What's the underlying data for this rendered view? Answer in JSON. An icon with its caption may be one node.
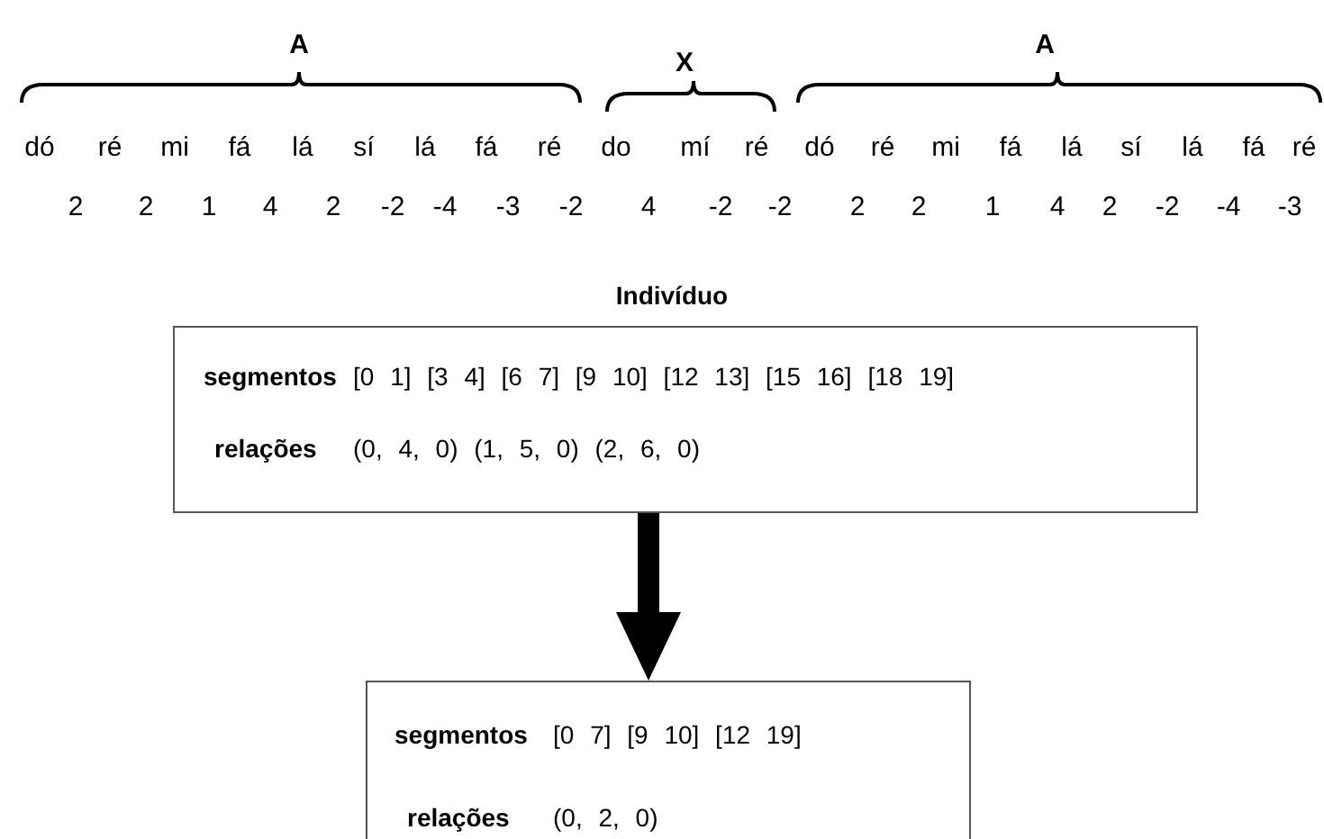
{
  "diagram": {
    "nodes": [
      {
        "text": [
          "Indivíduo",
          "segmentos",
          "[0 1] [3 4] [6 7] [9 10] [12 13] [15 16] [18 19]",
          "relações",
          "(0, 4, 0) (1, 5, 0) (2, 6, 0)"
        ]
      },
      {
        "text": [
          "segmentos",
          "[0 7] [9 10] [12 19]",
          "relações",
          "(0, 2, 0)"
        ]
      }
    ],
    "edges": [
      {
        "from": 0,
        "to": 1,
        "arrow": "to",
        "style": "thick"
      }
    ],
    "labels": [
      "A",
      "X",
      "A",
      "dó",
      "ré",
      "mi",
      "fá",
      "lá",
      "sí",
      "lá",
      "fá",
      "ré",
      "do",
      "mí",
      "ré",
      "dó",
      "ré",
      "mi",
      "fá",
      "lá",
      "sí",
      "lá",
      "fá",
      "ré",
      "2",
      "2",
      "1",
      "4",
      "2",
      "-2",
      "-4",
      "-3",
      "-2",
      "4",
      "-2",
      "-2",
      "2",
      "2",
      "1",
      "4",
      "2",
      "-2",
      "-4",
      "-3"
    ]
  }
}
